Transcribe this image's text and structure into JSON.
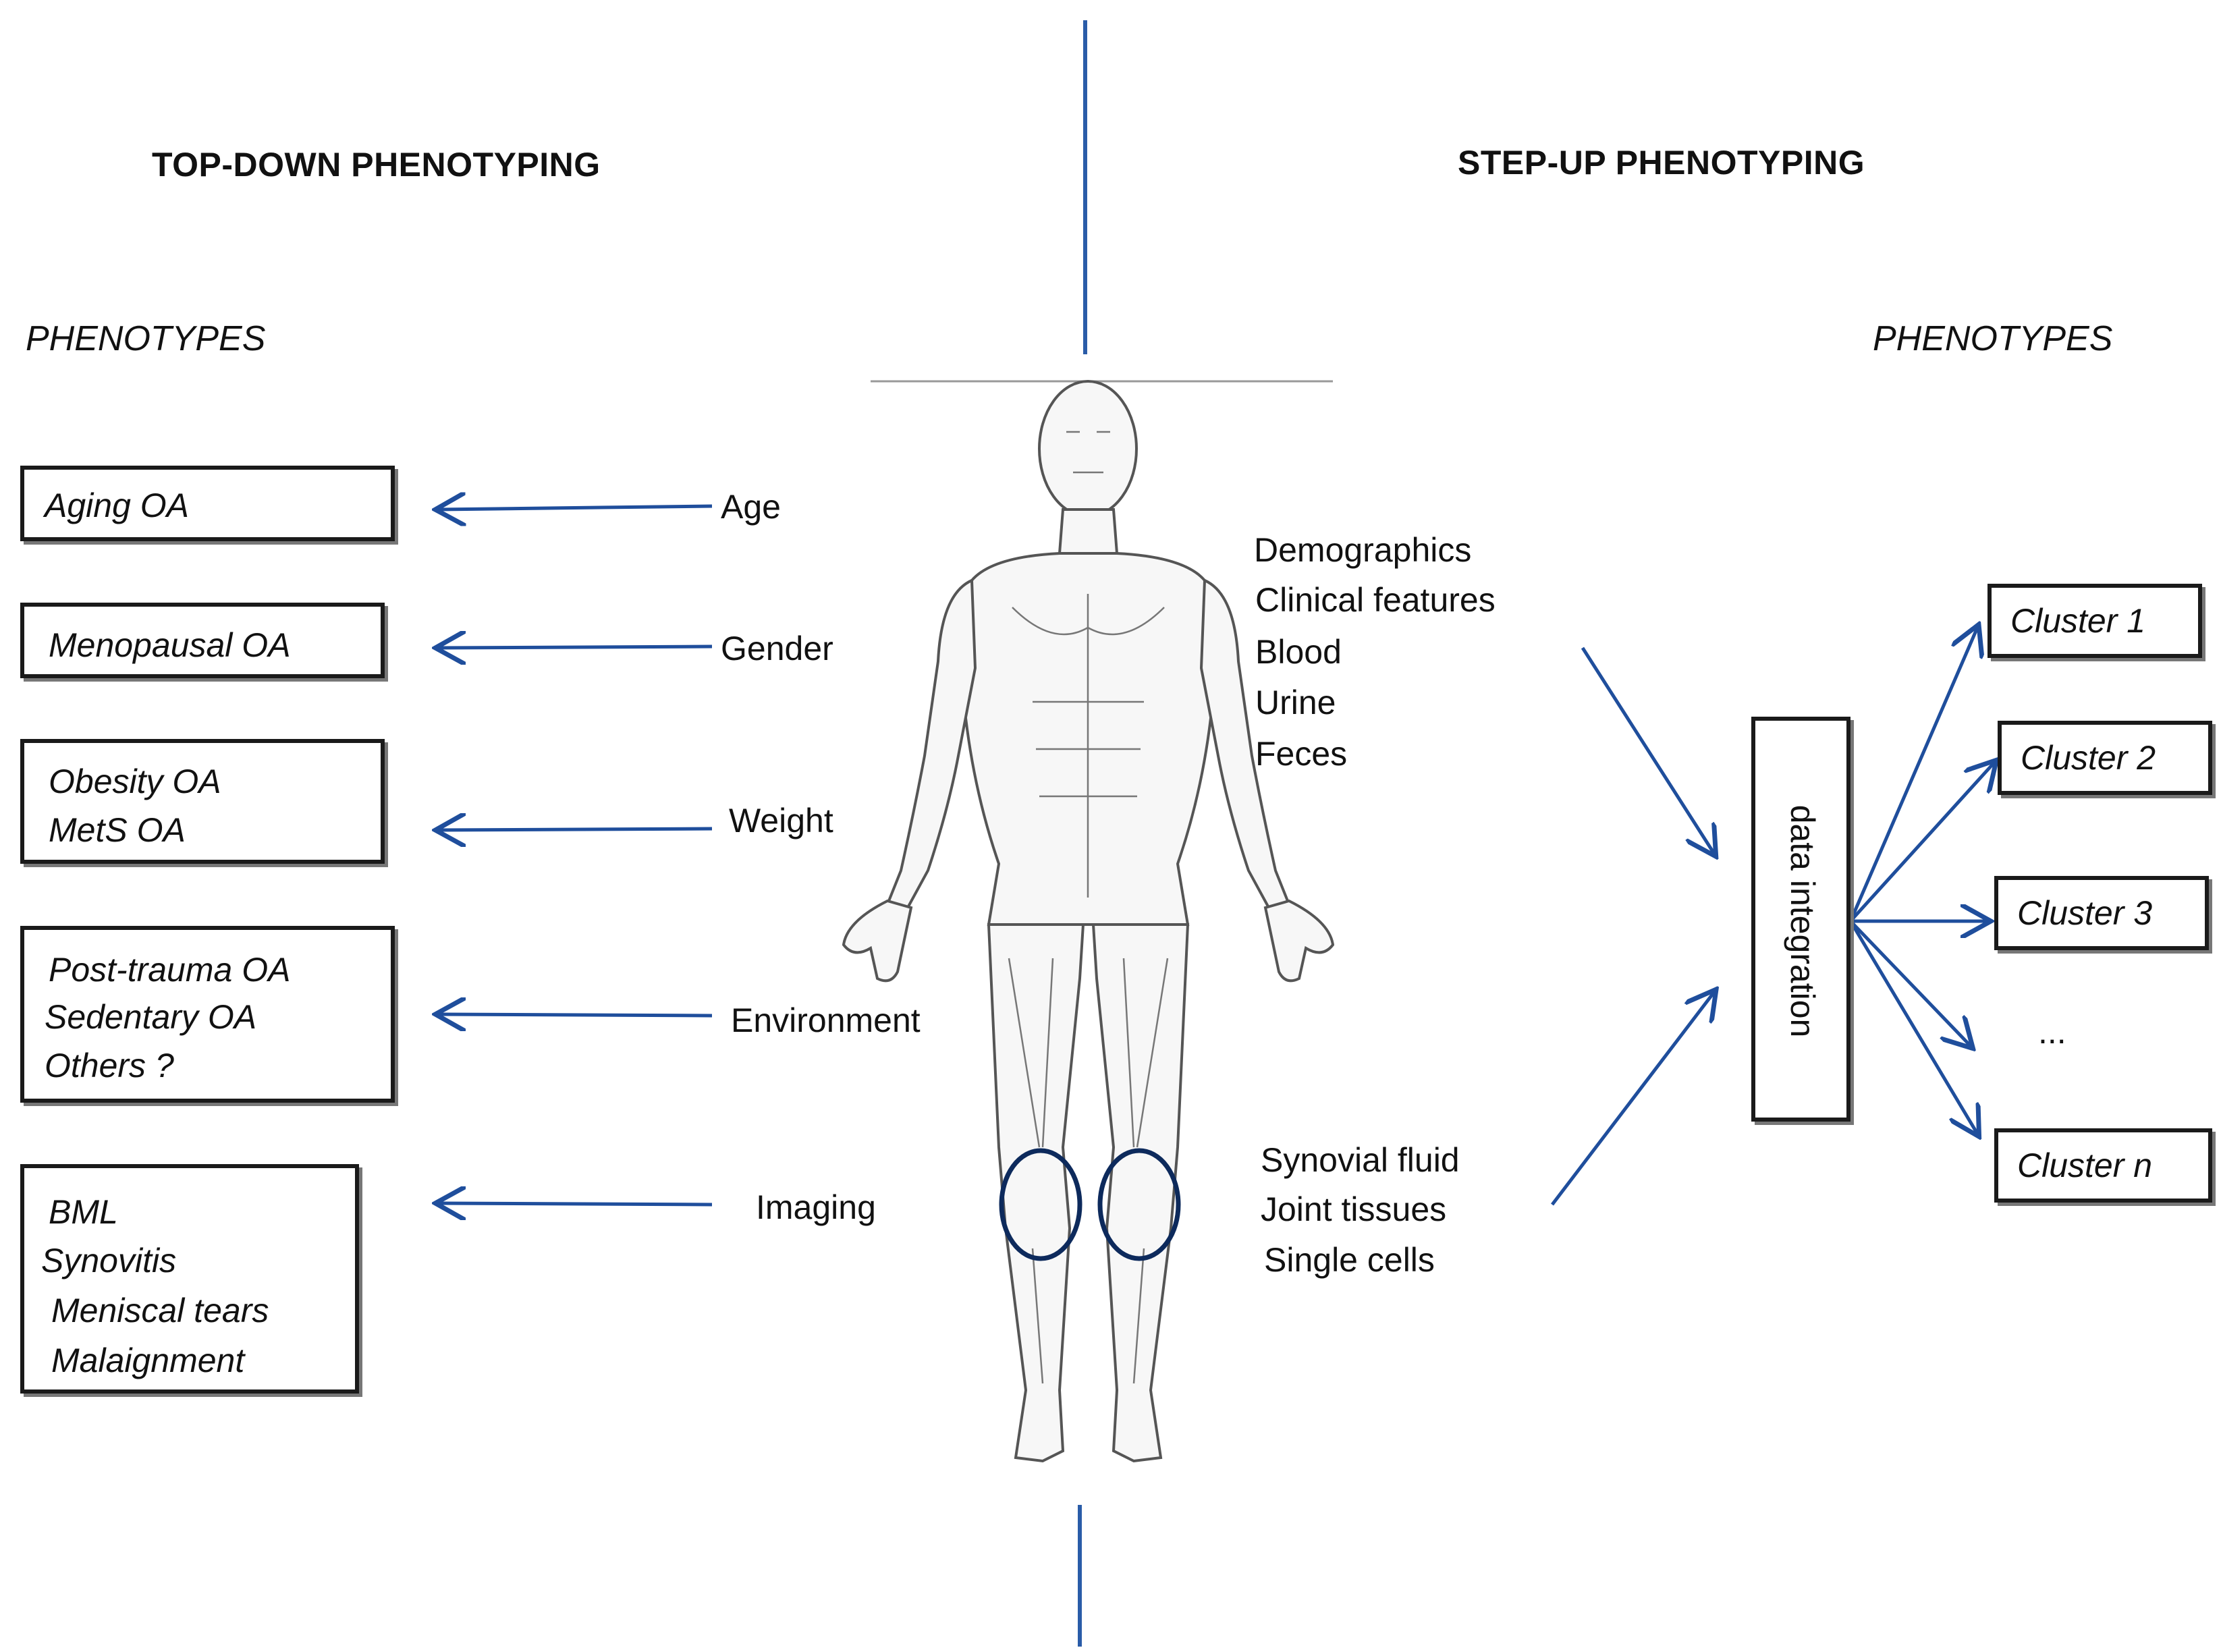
{
  "headings": {
    "left": "TOP-DOWN PHENOTYPING",
    "right": "STEP-UP PHENOTYPING"
  },
  "phenotypes_label_left": "PHENOTYPES",
  "phenotypes_label_right": "PHENOTYPES",
  "topdown": {
    "boxes": [
      {
        "lines": [
          "Aging OA"
        ]
      },
      {
        "lines": [
          "Menopausal OA"
        ]
      },
      {
        "lines": [
          "Obesity OA",
          "MetS OA"
        ]
      },
      {
        "lines": [
          "Post-trauma OA",
          "Sedentary OA",
          "Others ?"
        ]
      },
      {
        "lines": [
          "BML",
          "Synovitis",
          "Meniscal tears",
          "Malaignment"
        ]
      }
    ],
    "factors": [
      "Age",
      "Gender",
      "Weight",
      "Environment",
      "Imaging"
    ]
  },
  "stepup": {
    "inputs_upper": [
      "Demographics",
      "Clinical features",
      "Blood",
      "Urine",
      "Feces"
    ],
    "inputs_lower": [
      "Synovial fluid",
      "Joint tissues",
      "Single cells"
    ],
    "integration_label": "data integration",
    "clusters": [
      "Cluster 1",
      "Cluster 2",
      "Cluster 3",
      "Cluster n"
    ],
    "ellipsis": "..."
  },
  "colors": {
    "arrow": "#1f4e9c",
    "divider": "#2a5ca8",
    "knee_circle": "#0d2a5c",
    "body_line": "#555555"
  }
}
